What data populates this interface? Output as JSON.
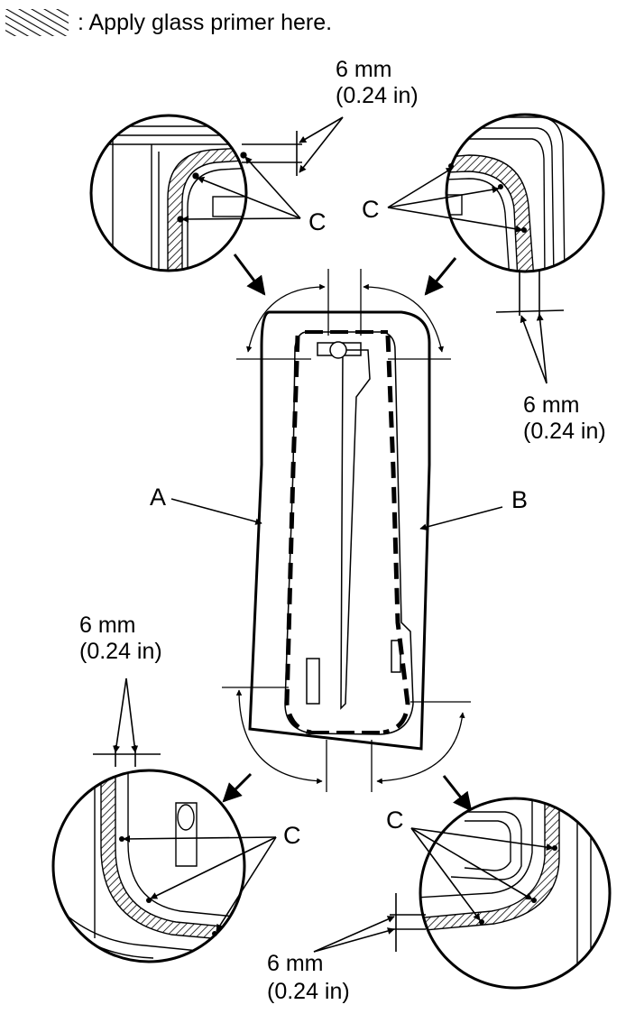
{
  "legend": {
    "text": ": Apply glass primer here.",
    "pattern": "diagonal-hatch"
  },
  "labels": {
    "a": "A",
    "b": "B",
    "c": "C",
    "dim_mm": "6 mm",
    "dim_in": "(0.24 in)"
  },
  "colors": {
    "ink": "#000000",
    "background": "#ffffff"
  }
}
